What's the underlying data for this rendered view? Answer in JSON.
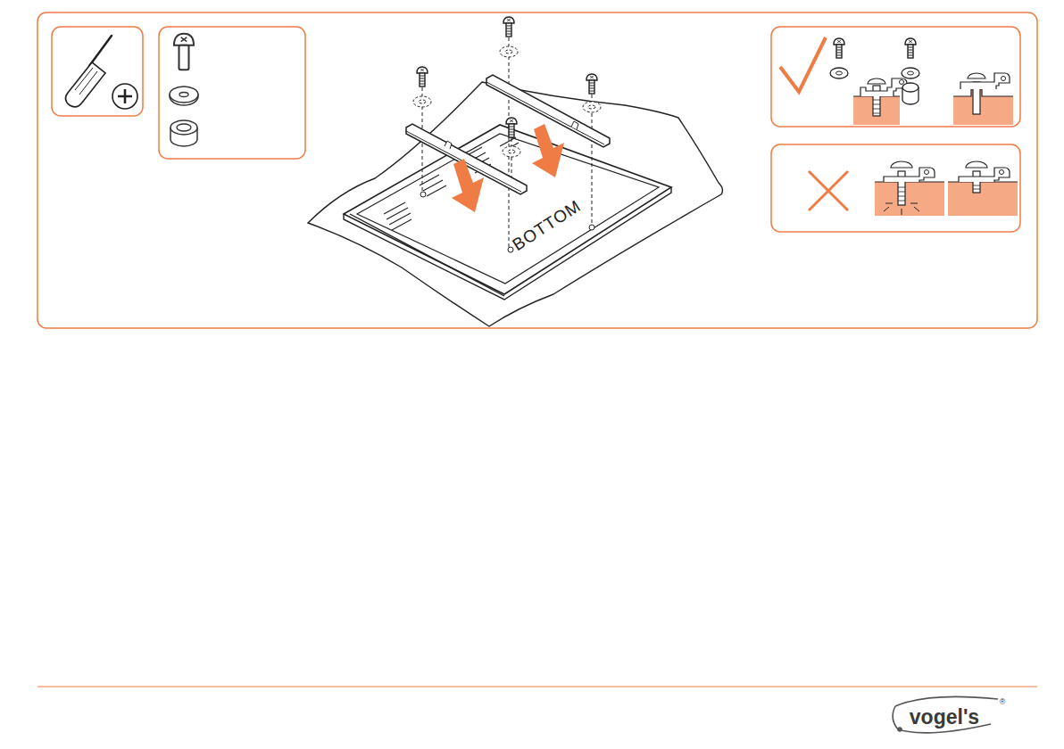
{
  "diagram": {
    "labels": [
      "BOTTOM",
      "vogel's",
      "®"
    ]
  }
}
